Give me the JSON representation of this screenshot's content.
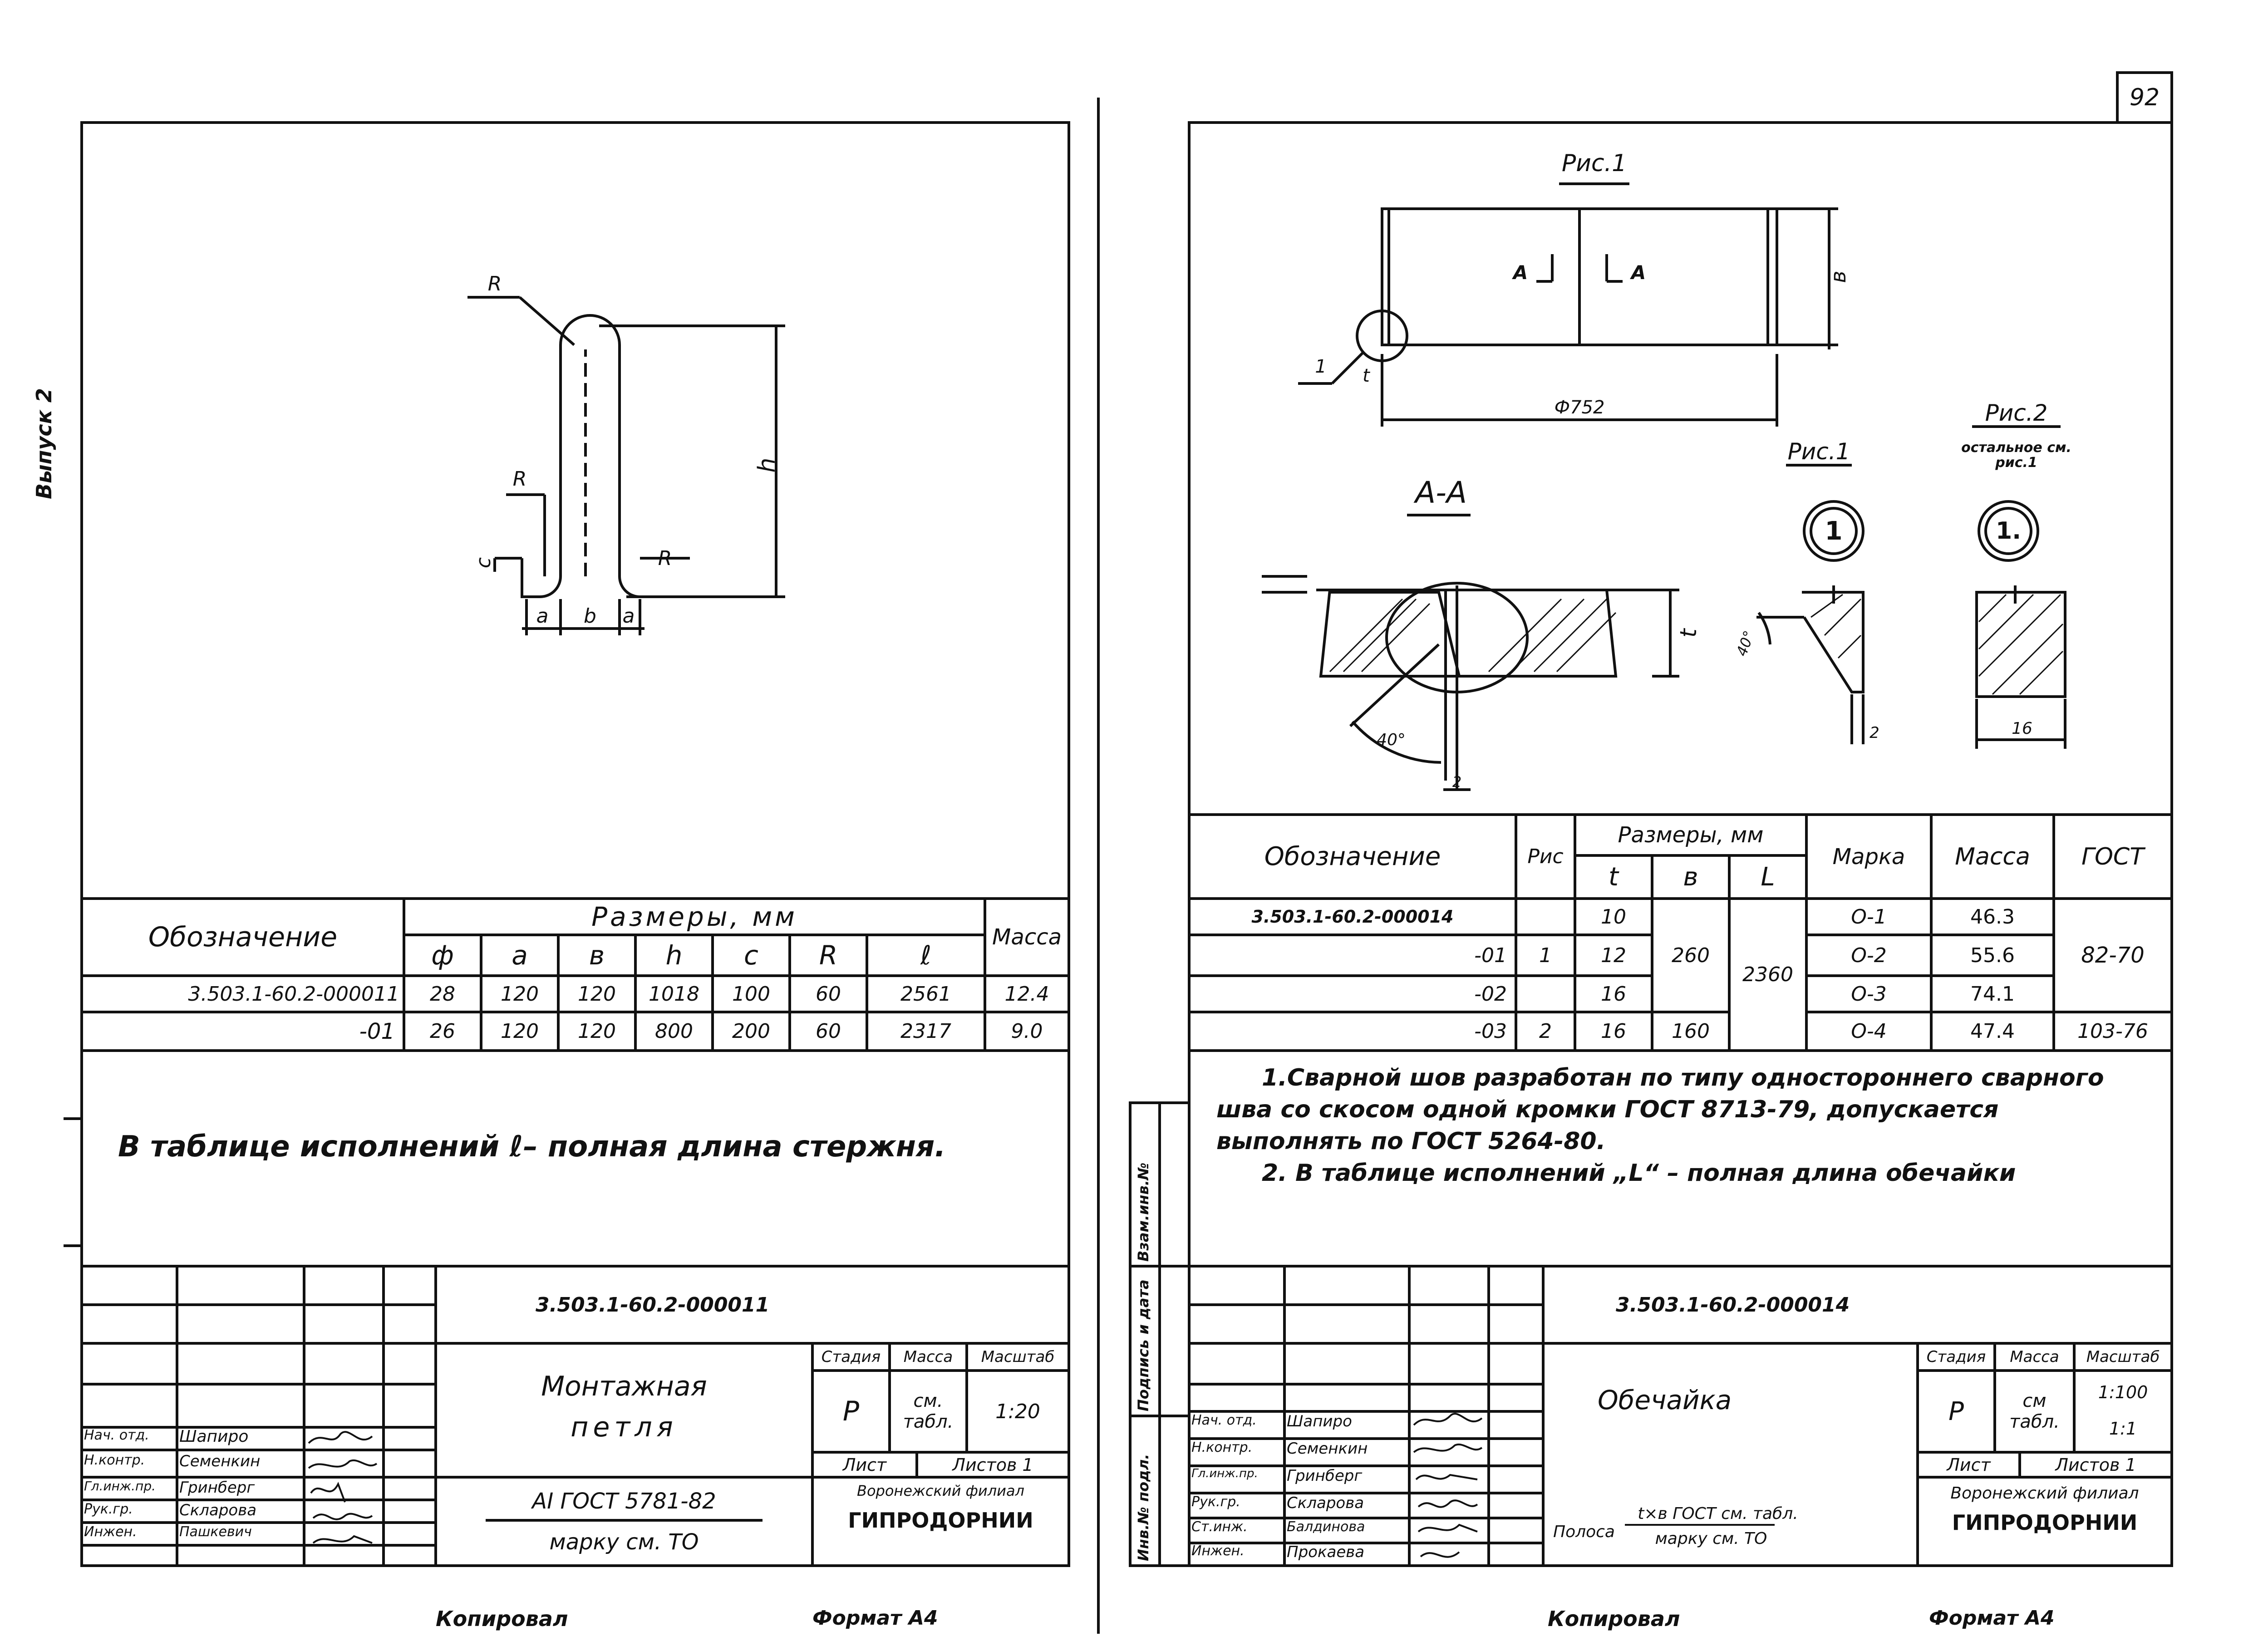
{
  "page_number": "92",
  "side_label": "Выпуск 2",
  "left": {
    "drawing_labels": {
      "R": "R",
      "h": "h",
      "c": "c",
      "a": "a",
      "b": "b"
    },
    "table": {
      "header_designation": "Обозначение",
      "header_sizes": "Размеры, мм",
      "header_mass": "Масса",
      "columns": [
        "ф",
        "а",
        "в",
        "h",
        "c",
        "R",
        "ℓ"
      ],
      "rows": [
        {
          "designation": "3.503.1-60.2-000011",
          "values": [
            "28",
            "120",
            "120",
            "1018",
            "100",
            "60",
            "2561"
          ],
          "mass": "12.4"
        },
        {
          "designation": "-01",
          "values": [
            "26",
            "120",
            "120",
            "800",
            "200",
            "60",
            "2317"
          ],
          "mass": "9.0"
        }
      ]
    },
    "note": "В таблице исполнений ℓ– полная длина стержня.",
    "title_block": {
      "code": "3.503.1-60.2-000011",
      "name_line1": "Монтажная",
      "name_line2": "петля",
      "material_line1": "AI ГОСТ 5781-82",
      "material_line2": "марку см. ТО",
      "stage_h": "Стадия",
      "mass_h": "Масса",
      "scale_h": "Масштаб",
      "stage": "Р",
      "mass": "см. табл.",
      "scale": "1:20",
      "sheet_h": "Лист",
      "sheets_h": "Листов 1",
      "org_line1": "Воронежский филиал",
      "org_line2": "ГИПРОДОРНИИ",
      "signers": [
        {
          "role": "Нач. отд.",
          "name": "Шапиро"
        },
        {
          "role": "Н.контр.",
          "name": "Семенкин"
        },
        {
          "role": "Гл.инж.пр.",
          "name": "Гринберг"
        },
        {
          "role": "Рук.гр.",
          "name": "Скларова"
        },
        {
          "role": "Инжен.",
          "name": "Пашкевич"
        }
      ]
    },
    "footer_copied": "Копировал",
    "footer_format": "Формат А4"
  },
  "right": {
    "fig1_title": "Рис.1",
    "fig1_labels": {
      "a1": "А",
      "a2": "А",
      "b": "в",
      "one": "1",
      "t": "t",
      "dim": "Ф752"
    },
    "section_title": "А-А",
    "section_labels": {
      "angle": "40°",
      "t": "t",
      "two": "2"
    },
    "detail1_title": "Рис.1",
    "detail1_marker": "1",
    "detail1_angle": "40°",
    "detail1_two": "2",
    "fig2_title": "Рис.2",
    "fig2_note": "остальное см. рис.1",
    "fig2_marker": "1.",
    "fig2_dim": "16",
    "table": {
      "header_designation": "Обозначение",
      "header_fig": "Рис",
      "header_sizes": "Размеры, мм",
      "columns": [
        "t",
        "в",
        "L"
      ],
      "header_grade": "Марка",
      "header_mass": "Масса",
      "header_gost": "ГОСТ",
      "rows": [
        {
          "designation": "3.503.1-60.2-000014",
          "fig": "",
          "t": "10",
          "grade": "О-1",
          "mass": "46.3"
        },
        {
          "designation": "-01",
          "fig": "1",
          "t": "12",
          "grade": "О-2",
          "mass": "55.6"
        },
        {
          "designation": "-02",
          "fig": "",
          "t": "16",
          "grade": "О-3",
          "mass": "74.1"
        },
        {
          "designation": "-03",
          "fig": "2",
          "t": "16",
          "grade": "О-4",
          "mass": "47.4"
        }
      ],
      "merged_b": "260",
      "merged_L": "2360",
      "merged_gost": "82-70",
      "row4_b": "160",
      "row4_gost": "103-76"
    },
    "notes": [
      "1.Сварной шов разработан по типу одностороннего сварного",
      "шва со скосом одной кромки ГОСТ 8713-79, допускается",
      "выполнять по ГОСТ 5264-80.",
      "2. В таблице исполнений „L“ – полная длина обечайки"
    ],
    "side_stamp": [
      "Инв.№ подл.",
      "Подпись и дата",
      "Взам.инв.№"
    ],
    "title_block": {
      "code": "3.503.1-60.2-000014",
      "name": "Обечайка",
      "material_prefix": "Полоса",
      "material_top": "t×в ГОСТ см. табл.",
      "material_bottom": "марку см. ТО",
      "stage_h": "Стадия",
      "mass_h": "Масса",
      "scale_h": "Масштаб",
      "stage": "Р",
      "mass": "см табл.",
      "scale1": "1:100",
      "scale2": "1:1",
      "sheet_h": "Лист",
      "sheets_h": "Листов 1",
      "org_line1": "Воронежский филиал",
      "org_line2": "ГИПРОДОРНИИ",
      "signers": [
        {
          "role": "Нач. отд.",
          "name": "Шапиро"
        },
        {
          "role": "Н.контр.",
          "name": "Семенкин"
        },
        {
          "role": "Гл.инж.пр.",
          "name": "Гринберг"
        },
        {
          "role": "Рук.гр.",
          "name": "Скларова"
        },
        {
          "role": "Ст.инж.",
          "name": "Балдинова"
        },
        {
          "role": "Инжен.",
          "name": "Прокаева"
        }
      ]
    },
    "footer_copied": "Копировал",
    "footer_format": "Формат А4"
  }
}
